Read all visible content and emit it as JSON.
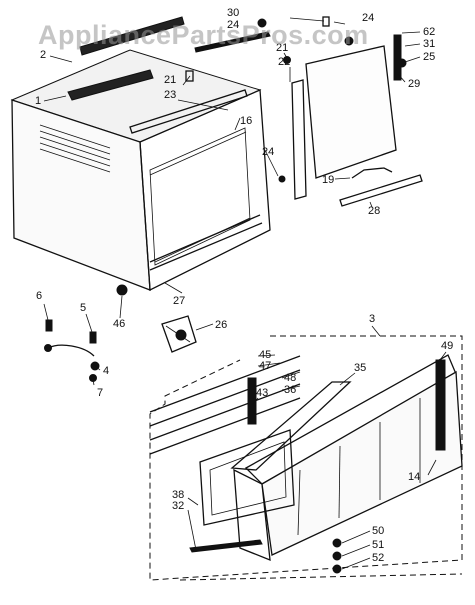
{
  "watermark": "AppliancePartsPros.com",
  "callouts": [
    "30",
    "24",
    "24",
    "62",
    "2",
    "21",
    "31",
    "22",
    "25",
    "21",
    "1",
    "23",
    "29",
    "16",
    "24",
    "19",
    "28",
    "27",
    "6",
    "5",
    "46",
    "26",
    "3",
    "4",
    "7",
    "45",
    "47",
    "48",
    "49",
    "36",
    "35",
    "43",
    "14",
    "38",
    "32",
    "50",
    "51",
    "52"
  ]
}
